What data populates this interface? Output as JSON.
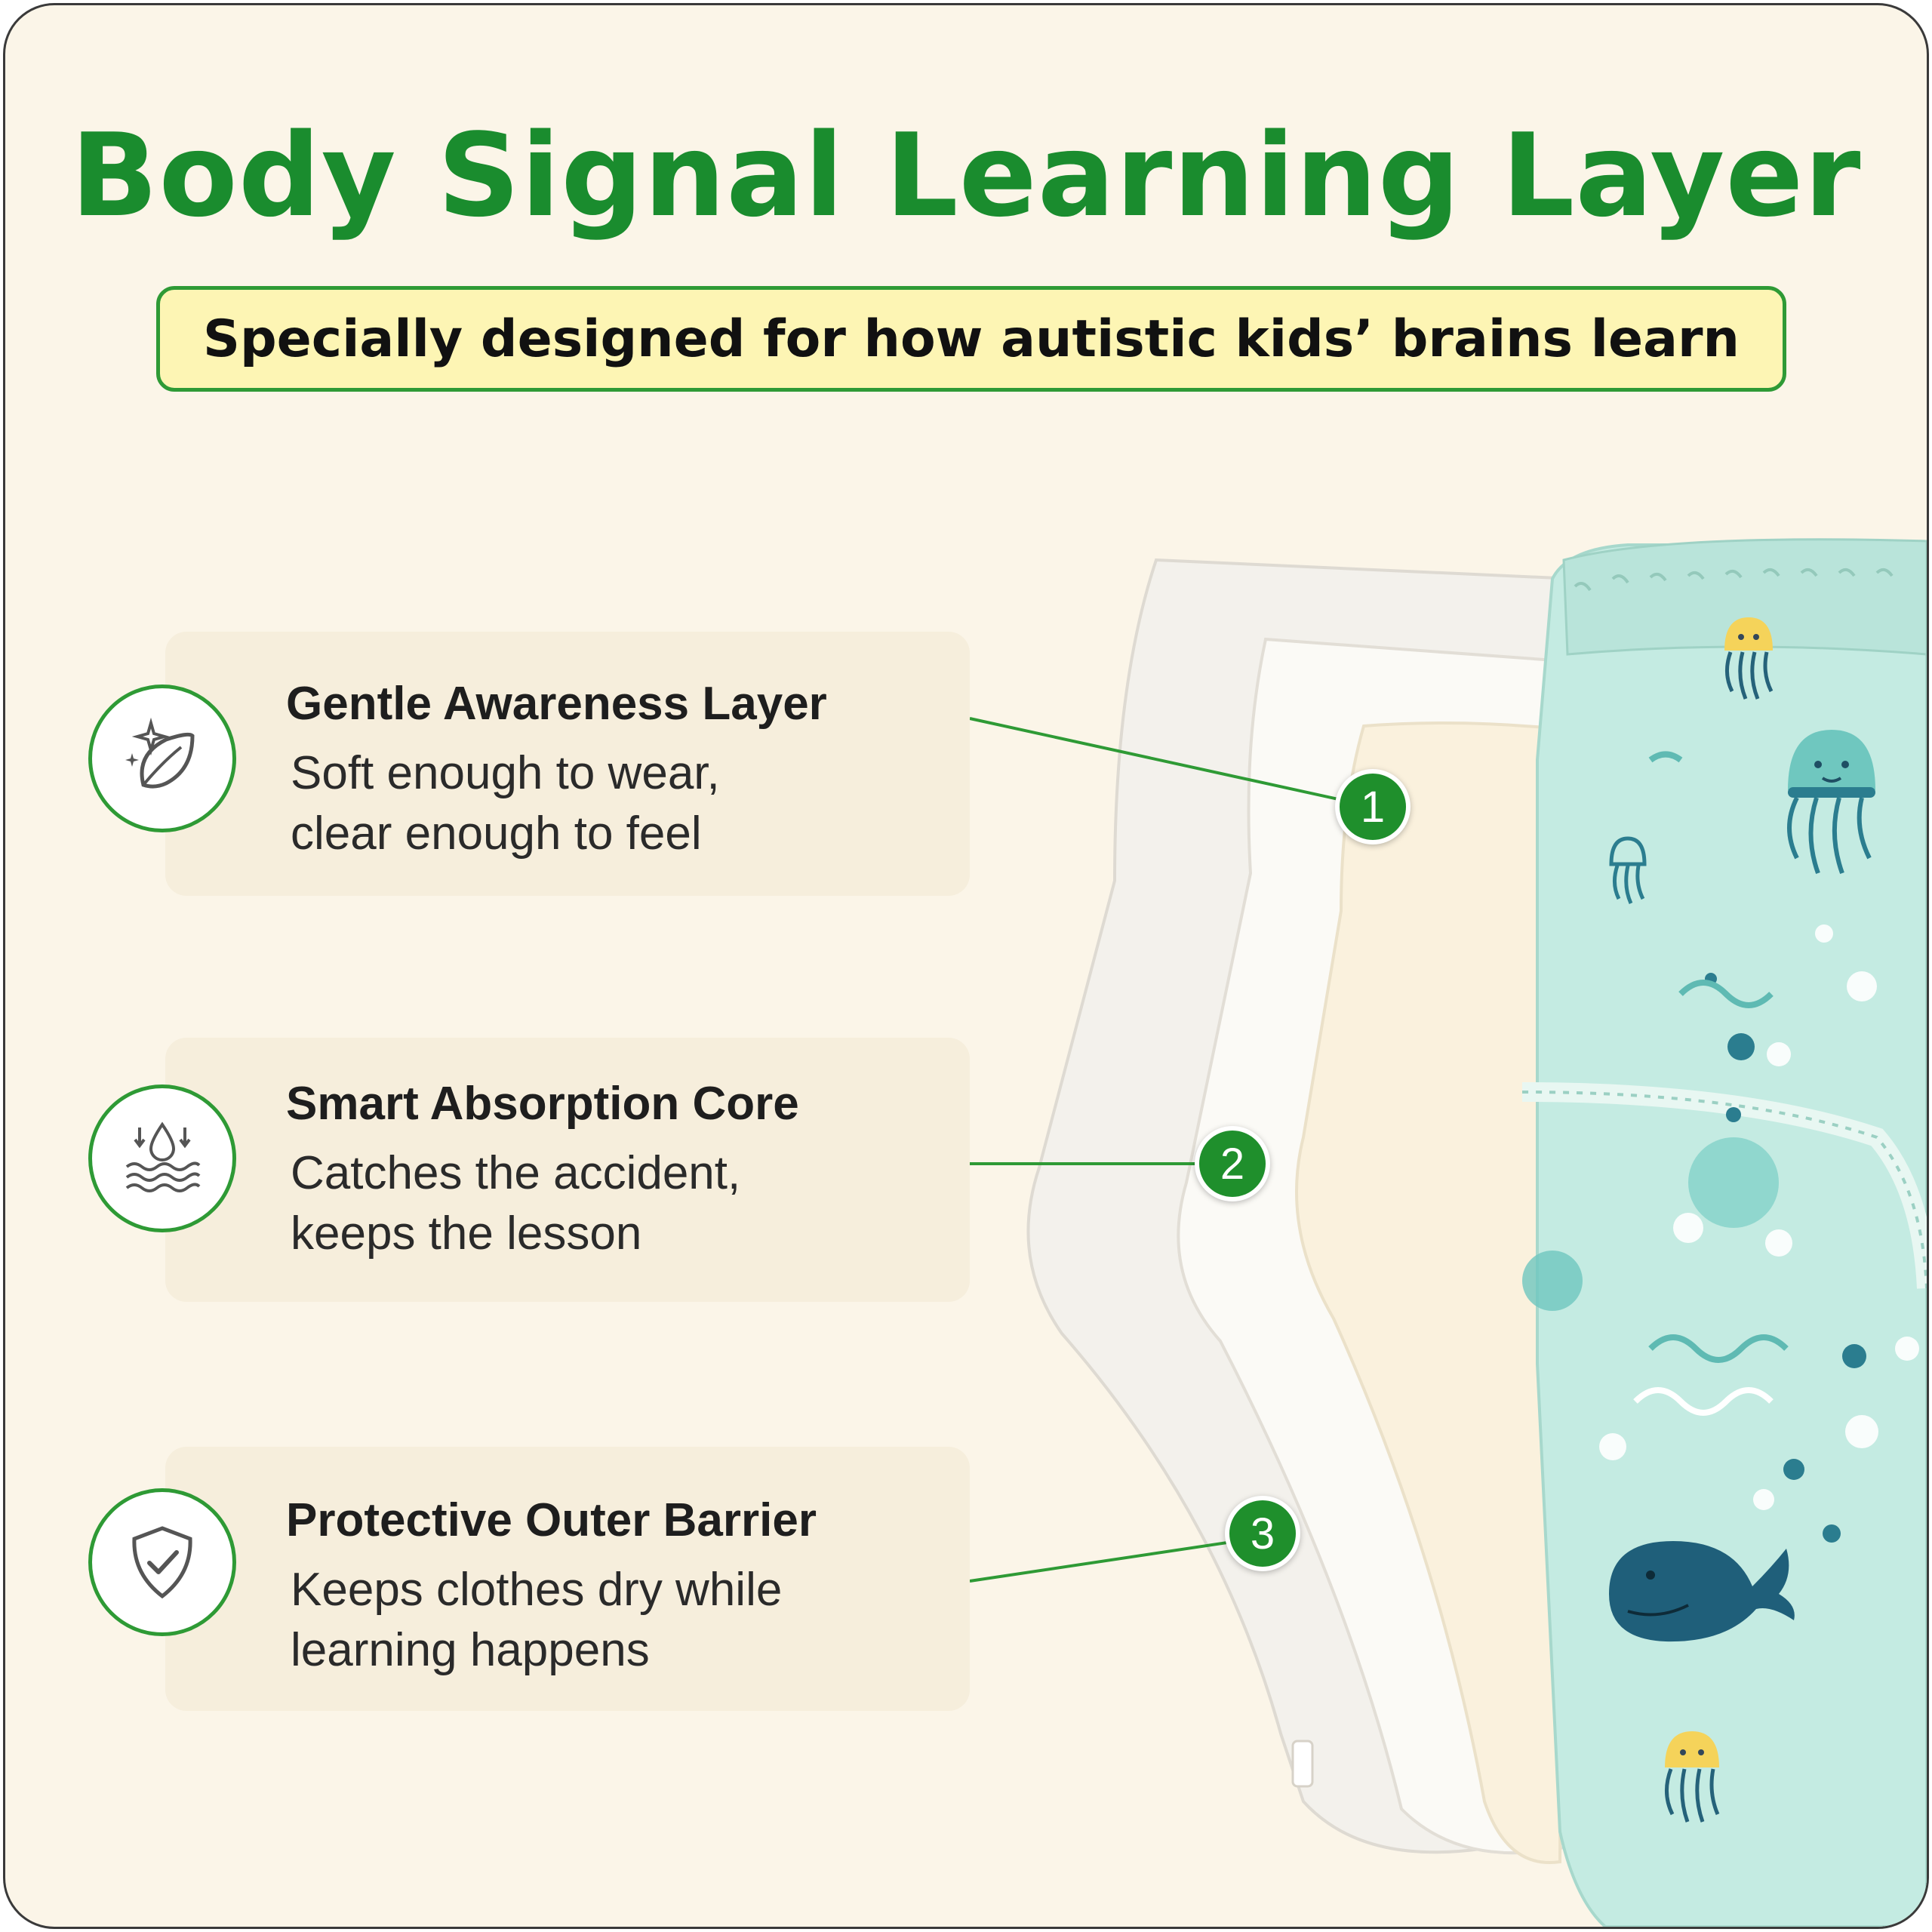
{
  "title": "Body Signal Learning Layer",
  "subtitle": "Specially designed for how autistic kids’ brains learn",
  "colors": {
    "accent_green": "#1f8f2c",
    "background": "#fbf5e8",
    "highlight": "#fdf5b4",
    "outer_layer": "#bfe8df"
  },
  "features": [
    {
      "icon": "sparkle-leaf-icon",
      "title": "Gentle Awareness Layer",
      "line1": "Soft enough to wear,",
      "line2": "clear enough to feel",
      "number": "1"
    },
    {
      "icon": "water-drop-waves-icon",
      "title": "Smart Absorption Core",
      "line1": "Catches the accident,",
      "line2": "keeps the lesson",
      "number": "2"
    },
    {
      "icon": "shield-check-icon",
      "title": "Protective Outer Barrier",
      "line1": "Keeps clothes dry while",
      "line2": "learning happens",
      "number": "3"
    }
  ]
}
